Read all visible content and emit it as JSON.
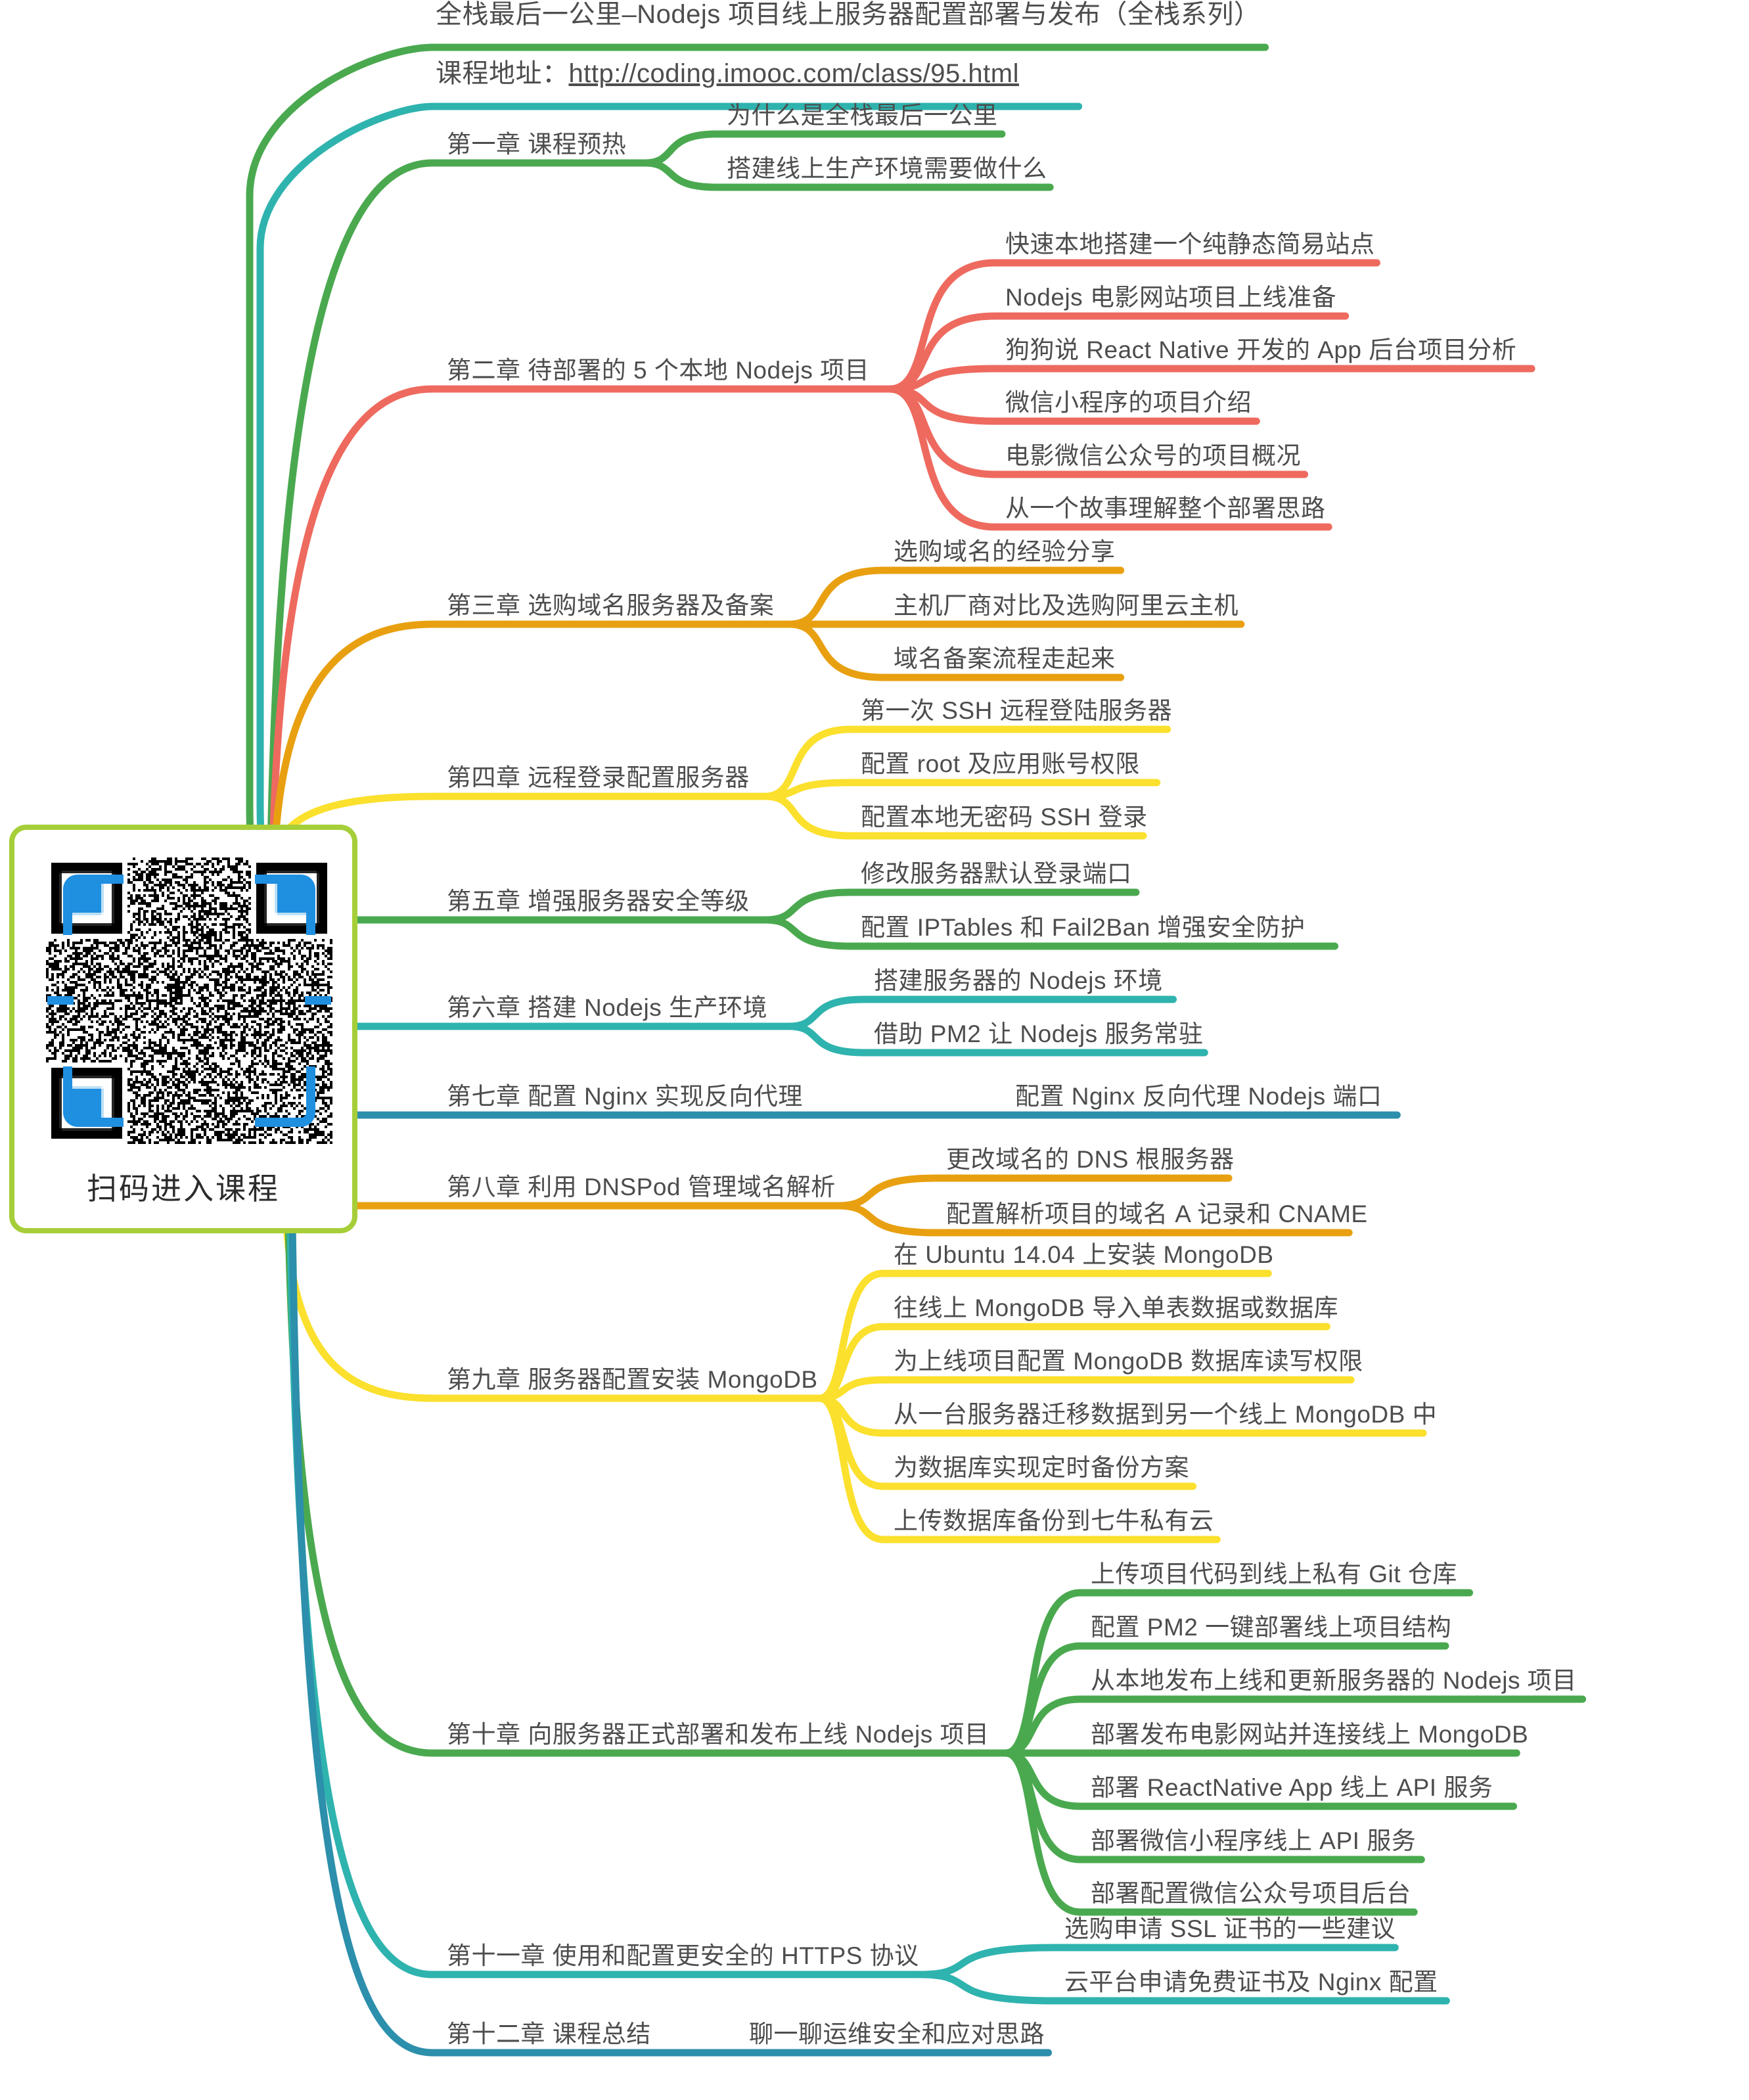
{
  "meta": {
    "title": "全栈最后一公里–Nodejs 项目线上服务器配置部署与发布（全栈系列）",
    "url_prefix": "课程地址：",
    "url": "http://coding.imooc.com/class/95.html",
    "text_color": "#4d4d4d"
  },
  "qr_card": {
    "label": "扫码进入课程",
    "border_color": "#a6ce39",
    "bracket_color": "#1f8fe0",
    "module_color": "#000000",
    "eye_color": "#1f8fe0"
  },
  "palette": {
    "title_green": "#4aa94f",
    "url_teal": "#2fb3ae",
    "ch1_green": "#4aa94f",
    "ch2_red": "#ee6a5f",
    "ch3_orange": "#e8a011",
    "ch4_yellow": "#fbe02d",
    "ch5_green": "#4aa94f",
    "ch6_teal": "#2fb3ae",
    "ch7_blue": "#2c8fab",
    "ch8_orange": "#e8a011",
    "ch9_yellow": "#fbe02d",
    "ch10_green": "#4aa94f",
    "ch11_teal": "#2fb3ae",
    "ch12_blue": "#2c8fab"
  },
  "chapters": [
    {
      "id": "ch1",
      "label": "第一章 课程预热",
      "color": "#4aa94f",
      "items": [
        "为什么是全栈最后一公里",
        "搭建线上生产环境需要做什么"
      ]
    },
    {
      "id": "ch2",
      "label": "第二章 待部署的 5 个本地 Nodejs 项目",
      "color": "#ee6a5f",
      "items": [
        "快速本地搭建一个纯静态简易站点",
        "Nodejs 电影网站项目上线准备",
        "狗狗说 React Native 开发的 App 后台项目分析",
        "微信小程序的项目介绍",
        "电影微信公众号的项目概况",
        "从一个故事理解整个部署思路"
      ]
    },
    {
      "id": "ch3",
      "label": "第三章 选购域名服务器及备案",
      "color": "#e8a011",
      "items": [
        "选购域名的经验分享",
        "主机厂商对比及选购阿里云主机",
        "域名备案流程走起来"
      ]
    },
    {
      "id": "ch4",
      "label": "第四章 远程登录配置服务器",
      "color": "#fbe02d",
      "items": [
        "第一次 SSH 远程登陆服务器",
        "配置 root 及应用账号权限",
        "配置本地无密码 SSH 登录"
      ]
    },
    {
      "id": "ch5",
      "label": "第五章 增强服务器安全等级",
      "color": "#4aa94f",
      "items": [
        "修改服务器默认登录端口",
        "配置 IPTables 和 Fail2Ban 增强安全防护"
      ]
    },
    {
      "id": "ch6",
      "label": "第六章 搭建 Nodejs 生产环境",
      "color": "#2fb3ae",
      "items": [
        "搭建服务器的 Nodejs 环境",
        "借助 PM2 让 Nodejs 服务常驻"
      ]
    },
    {
      "id": "ch7",
      "label": "第七章 配置 Nginx 实现反向代理",
      "color": "#2c8fab",
      "items": [
        "配置 Nginx 反向代理 Nodejs 端口"
      ]
    },
    {
      "id": "ch8",
      "label": "第八章 利用 DNSPod 管理域名解析",
      "color": "#e8a011",
      "items": [
        "更改域名的 DNS 根服务器",
        "配置解析项目的域名 A 记录和 CNAME"
      ]
    },
    {
      "id": "ch9",
      "label": "第九章 服务器配置安装 MongoDB",
      "color": "#fbe02d",
      "items": [
        "在 Ubuntu 14.04 上安装 MongoDB",
        "往线上 MongoDB 导入单表数据或数据库",
        "为上线项目配置 MongoDB 数据库读写权限",
        "从一台服务器迁移数据到另一个线上 MongoDB 中",
        "为数据库实现定时备份方案",
        "上传数据库备份到七牛私有云"
      ]
    },
    {
      "id": "ch10",
      "label": "第十章 向服务器正式部署和发布上线 Nodejs 项目",
      "color": "#4aa94f",
      "items": [
        "上传项目代码到线上私有 Git 仓库",
        "配置 PM2 一键部署线上项目结构",
        "从本地发布上线和更新服务器的 Nodejs 项目",
        "部署发布电影网站并连接线上 MongoDB",
        "部署 ReactNative App 线上 API 服务",
        "部署微信小程序线上 API 服务",
        "部署配置微信公众号项目后台"
      ]
    },
    {
      "id": "ch11",
      "label": "第十一章 使用和配置更安全的 HTTPS 协议",
      "color": "#2fb3ae",
      "items": [
        "选购申请 SSL 证书的一些建议",
        "云平台申请免费证书及 Nginx 配置"
      ]
    },
    {
      "id": "ch12",
      "label": "第十二章 课程总结",
      "color": "#2c8fab",
      "items": [
        "聊一聊运维安全和应对思路"
      ]
    }
  ]
}
